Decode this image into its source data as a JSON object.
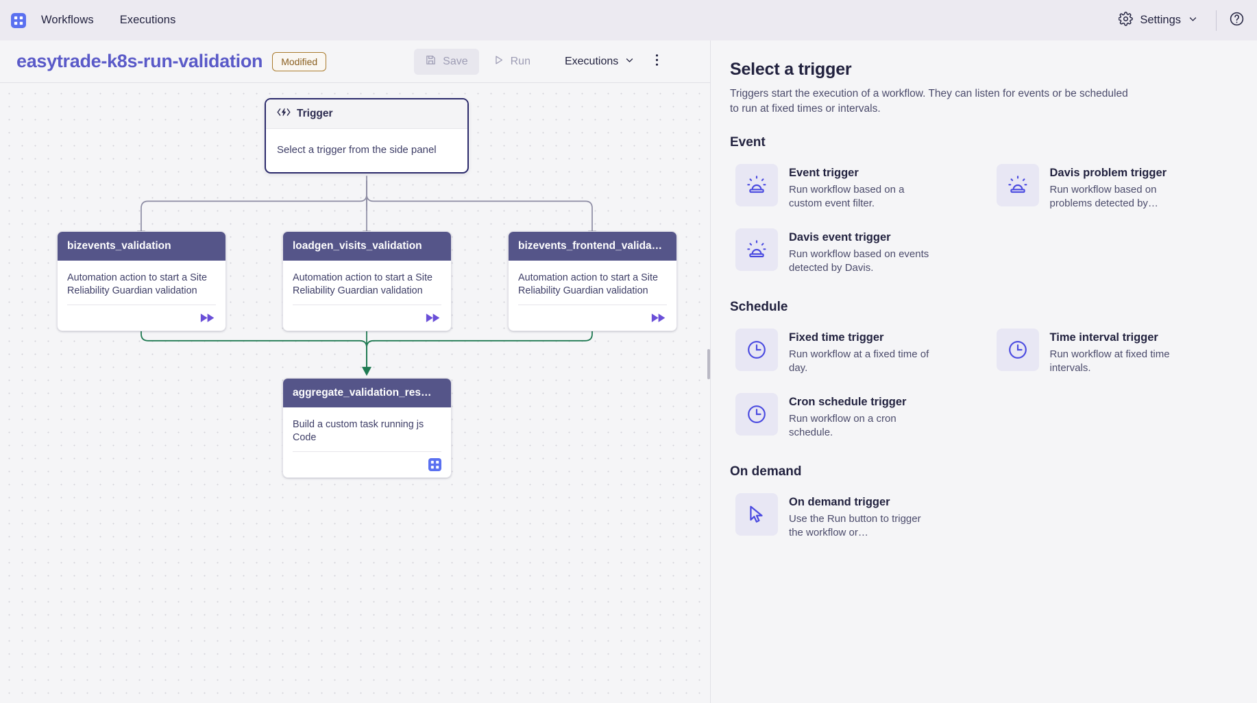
{
  "topbar": {
    "brand_icon": "workflows-grid-icon",
    "nav": [
      {
        "label": "Workflows"
      },
      {
        "label": "Executions"
      }
    ],
    "settings_label": "Settings",
    "settings_icon": "gear-icon",
    "settings_chevron": "chevron-down-icon",
    "help_icon": "question-circle-icon"
  },
  "workflow_header": {
    "title": "easytrade-k8s-run-validation",
    "badge": "Modified",
    "save_label": "Save",
    "save_icon": "floppy-disk-icon",
    "run_label": "Run",
    "run_icon": "play-triangle-icon",
    "executions_label": "Executions",
    "executions_chevron": "chevron-down-icon",
    "kebab_icon": "more-vertical-icon"
  },
  "canvas": {
    "trigger_node": {
      "icon": "code-lightning-icon",
      "title": "Trigger",
      "body": "Select a trigger from the side panel"
    },
    "task_nodes": [
      {
        "title": "bizevents_validation",
        "body": "Automation action to start a Site Reliability Guardian validation",
        "foot_icon": "fast-forward-icon"
      },
      {
        "title": "loadgen_visits_validation",
        "body": "Automation action to start a Site Reliability Guardian validation",
        "foot_icon": "fast-forward-icon"
      },
      {
        "title": "bizevents_frontend_valida…",
        "body": "Automation action to start a Site Reliability Guardian validation",
        "foot_icon": "fast-forward-icon"
      }
    ],
    "aggregate_node": {
      "title": "aggregate_validation_res…",
      "body": "Build a custom task running js Code",
      "foot_icon": "js-code-icon"
    },
    "edge_color_trigger": "#8d8ca3",
    "edge_color_success": "#1f7a52"
  },
  "panel": {
    "title": "Select a trigger",
    "subtitle": "Triggers start the execution of a workflow. They can listen for events or be scheduled to run at fixed times or intervals.",
    "groups": [
      {
        "title": "Event",
        "items": [
          {
            "name": "Event trigger",
            "desc": "Run workflow based on a custom event filter.",
            "icon": "siren-icon"
          },
          {
            "name": "Davis problem trigger",
            "desc": "Run workflow based on problems detected by…",
            "icon": "siren-icon"
          },
          {
            "name": "Davis event trigger",
            "desc": "Run workflow based on events detected by Davis.",
            "icon": "siren-icon"
          }
        ]
      },
      {
        "title": "Schedule",
        "items": [
          {
            "name": "Fixed time trigger",
            "desc": "Run workflow at a fixed time of day.",
            "icon": "clock-icon"
          },
          {
            "name": "Time interval trigger",
            "desc": "Run workflow at fixed time intervals.",
            "icon": "clock-icon"
          },
          {
            "name": "Cron schedule trigger",
            "desc": "Run workflow on a cron schedule.",
            "icon": "clock-icon"
          }
        ]
      },
      {
        "title": "On demand",
        "items": [
          {
            "name": "On demand trigger",
            "desc": "Use the Run button to trigger the workflow or…",
            "icon": "cursor-arrow-icon"
          }
        ]
      }
    ]
  },
  "colors": {
    "accent": "#4a4ae0",
    "node_header": "#555589",
    "title": "#5a5ac8",
    "badge_border": "#a97a2c"
  }
}
